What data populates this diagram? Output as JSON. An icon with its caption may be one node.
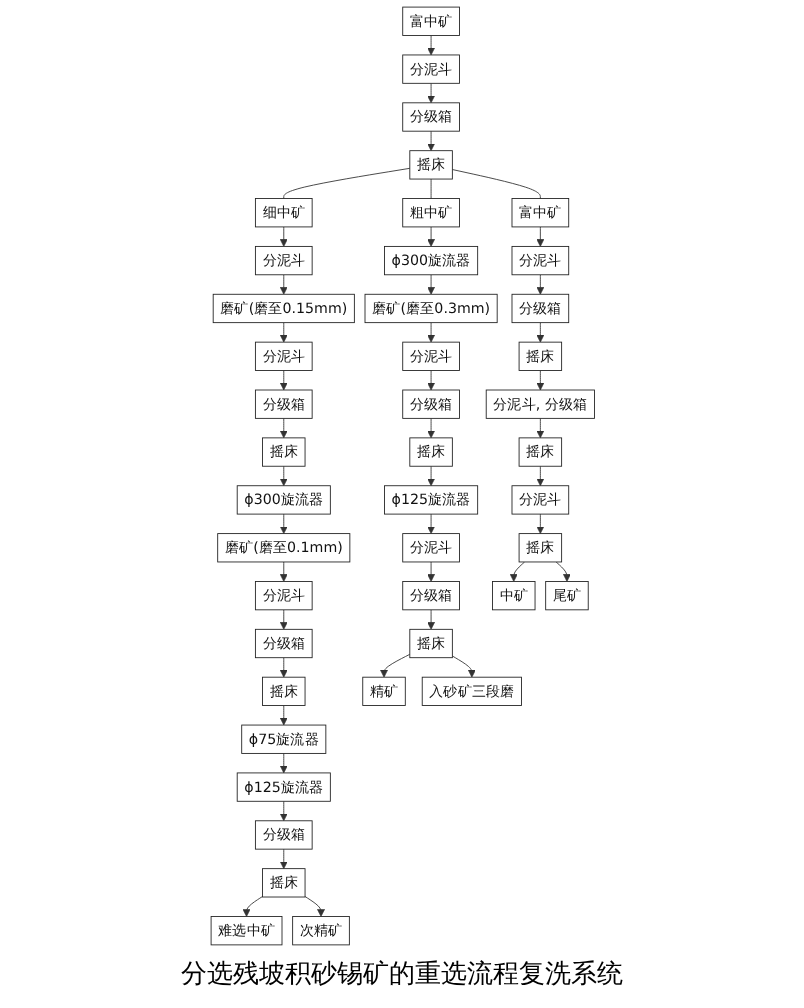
{
  "diagram": {
    "caption": "分选残坡积砂锡矿的重选流程复洗系统",
    "nodes": [
      {
        "text": [
          "富中矿"
        ]
      },
      {
        "text": [
          "分泥斗"
        ]
      },
      {
        "text": [
          "分级箱"
        ]
      },
      {
        "text": [
          "摇床"
        ]
      },
      {
        "text": [
          "富中矿"
        ]
      },
      {
        "text": [
          "粗中矿"
        ]
      },
      {
        "text": [
          "细中矿"
        ]
      },
      {
        "text": [
          "分泥斗"
        ]
      },
      {
        "text": [
          "分级箱"
        ]
      },
      {
        "text": [
          "摇床"
        ]
      },
      {
        "text": [
          "分泥斗"
        ]
      },
      {
        "text": [
          "磨矿(磨至0.15mm)"
        ]
      },
      {
        "text": [
          "分泥斗"
        ]
      },
      {
        "text": [
          "分级箱"
        ]
      },
      {
        "text": [
          "摇床"
        ]
      },
      {
        "text": [
          "ϕ300旋流器"
        ]
      },
      {
        "text": [
          "磨矿(磨至0.3mm)"
        ]
      },
      {
        "text": [
          "分泥斗"
        ]
      },
      {
        "text": [
          "分级箱"
        ]
      },
      {
        "text": [
          "摇床"
        ]
      },
      {
        "text": [
          "ϕ300旋流器"
        ]
      },
      {
        "text": [
          "磨矿(磨至0.1mm)"
        ]
      },
      {
        "text": [
          "分泥斗"
        ]
      },
      {
        "text": [
          "分级箱"
        ]
      },
      {
        "text": [
          "摇床"
        ]
      },
      {
        "text": [
          "ϕ125旋流器"
        ]
      },
      {
        "text": [
          "分泥斗"
        ]
      },
      {
        "text": [
          "分级箱"
        ]
      },
      {
        "text": [
          "摇床"
        ]
      },
      {
        "text": [
          "ϕ75旋流器"
        ]
      },
      {
        "text": [
          "ϕ125旋流器"
        ]
      },
      {
        "text": [
          "分级箱"
        ]
      },
      {
        "text": [
          "摇床"
        ]
      },
      {
        "text": [
          "分泥斗, 分级箱"
        ]
      },
      {
        "text": [
          "摇床"
        ]
      },
      {
        "text": [
          "分泥斗"
        ]
      },
      {
        "text": [
          "摇床"
        ]
      },
      {
        "text": [
          "精矿"
        ]
      },
      {
        "text": [
          "入砂矿三段磨"
        ]
      },
      {
        "text": [
          "难选中矿"
        ]
      },
      {
        "text": [
          "次精矿"
        ]
      },
      {
        "text": [
          "中矿"
        ]
      },
      {
        "text": [
          "尾矿"
        ]
      }
    ],
    "edges": [
      {
        "from": 0,
        "to": 1,
        "arrow": "to"
      },
      {
        "from": 1,
        "to": 2,
        "arrow": "to"
      },
      {
        "from": 2,
        "to": 3,
        "arrow": "to"
      },
      {
        "from": 3,
        "to": 4,
        "arrow": "none"
      },
      {
        "from": 3,
        "to": 5,
        "arrow": "none"
      },
      {
        "from": 3,
        "to": 6,
        "arrow": "none"
      },
      {
        "from": 4,
        "to": 7,
        "arrow": "to"
      },
      {
        "from": 7,
        "to": 8,
        "arrow": "to"
      },
      {
        "from": 8,
        "to": 9,
        "arrow": "to"
      },
      {
        "from": 6,
        "to": 10,
        "arrow": "to"
      },
      {
        "from": 10,
        "to": 11,
        "arrow": "to"
      },
      {
        "from": 11,
        "to": 12,
        "arrow": "to"
      },
      {
        "from": 12,
        "to": 13,
        "arrow": "to"
      },
      {
        "from": 13,
        "to": 14,
        "arrow": "to"
      },
      {
        "from": 5,
        "to": 15,
        "arrow": "to"
      },
      {
        "from": 15,
        "to": 16,
        "arrow": "to"
      },
      {
        "from": 16,
        "to": 17,
        "arrow": "to"
      },
      {
        "from": 17,
        "to": 18,
        "arrow": "to"
      },
      {
        "from": 18,
        "to": 19,
        "arrow": "to"
      },
      {
        "from": 14,
        "to": 20,
        "arrow": "to"
      },
      {
        "from": 20,
        "to": 21,
        "arrow": "to"
      },
      {
        "from": 21,
        "to": 22,
        "arrow": "to"
      },
      {
        "from": 22,
        "to": 23,
        "arrow": "to"
      },
      {
        "from": 23,
        "to": 24,
        "arrow": "to"
      },
      {
        "from": 19,
        "to": 25,
        "arrow": "to"
      },
      {
        "from": 25,
        "to": 26,
        "arrow": "to"
      },
      {
        "from": 26,
        "to": 27,
        "arrow": "to"
      },
      {
        "from": 27,
        "to": 28,
        "arrow": "to"
      },
      {
        "from": 24,
        "to": 29,
        "arrow": "to"
      },
      {
        "from": 29,
        "to": 30,
        "arrow": "to"
      },
      {
        "from": 30,
        "to": 31,
        "arrow": "to"
      },
      {
        "from": 31,
        "to": 32,
        "arrow": "to"
      },
      {
        "from": 9,
        "to": 33,
        "arrow": "to"
      },
      {
        "from": 33,
        "to": 34,
        "arrow": "to"
      },
      {
        "from": 34,
        "to": 35,
        "arrow": "to"
      },
      {
        "from": 35,
        "to": 36,
        "arrow": "to"
      },
      {
        "from": 28,
        "to": 37,
        "arrow": "to"
      },
      {
        "from": 28,
        "to": 38,
        "arrow": "to"
      },
      {
        "from": 32,
        "to": 39,
        "arrow": "to"
      },
      {
        "from": 32,
        "to": 40,
        "arrow": "to"
      },
      {
        "from": 36,
        "to": 41,
        "arrow": "to"
      },
      {
        "from": 36,
        "to": 42,
        "arrow": "to"
      }
    ]
  }
}
